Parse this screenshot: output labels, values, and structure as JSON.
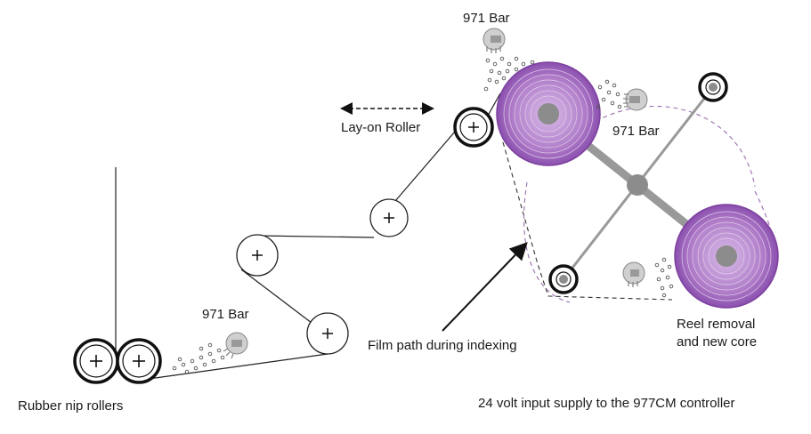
{
  "labels": {
    "bar_top": "971 Bar",
    "bar_right": "971 Bar",
    "bar_bottom": "971 Bar",
    "layon": "Lay-on Roller",
    "film_path": "Film path during indexing",
    "reel_line1": "Reel removal",
    "reel_line2": "and new core",
    "nip": "Rubber nip rollers",
    "supply": "24 volt input supply to the 977CM controller"
  },
  "colors": {
    "line": "#222222",
    "reel_fill": "#b88ad0",
    "reel_dark": "#7c3f9e",
    "reel_ring": "#8e55b0",
    "arm": "#9b9b9b",
    "hub": "#8c8c8c",
    "dashed_path": "#9a6fb0",
    "dot": "#555555"
  },
  "icons": {
    "bar": "ionizer-bar-icon",
    "roller": "roller-plus-icon",
    "reel": "film-reel-icon"
  }
}
